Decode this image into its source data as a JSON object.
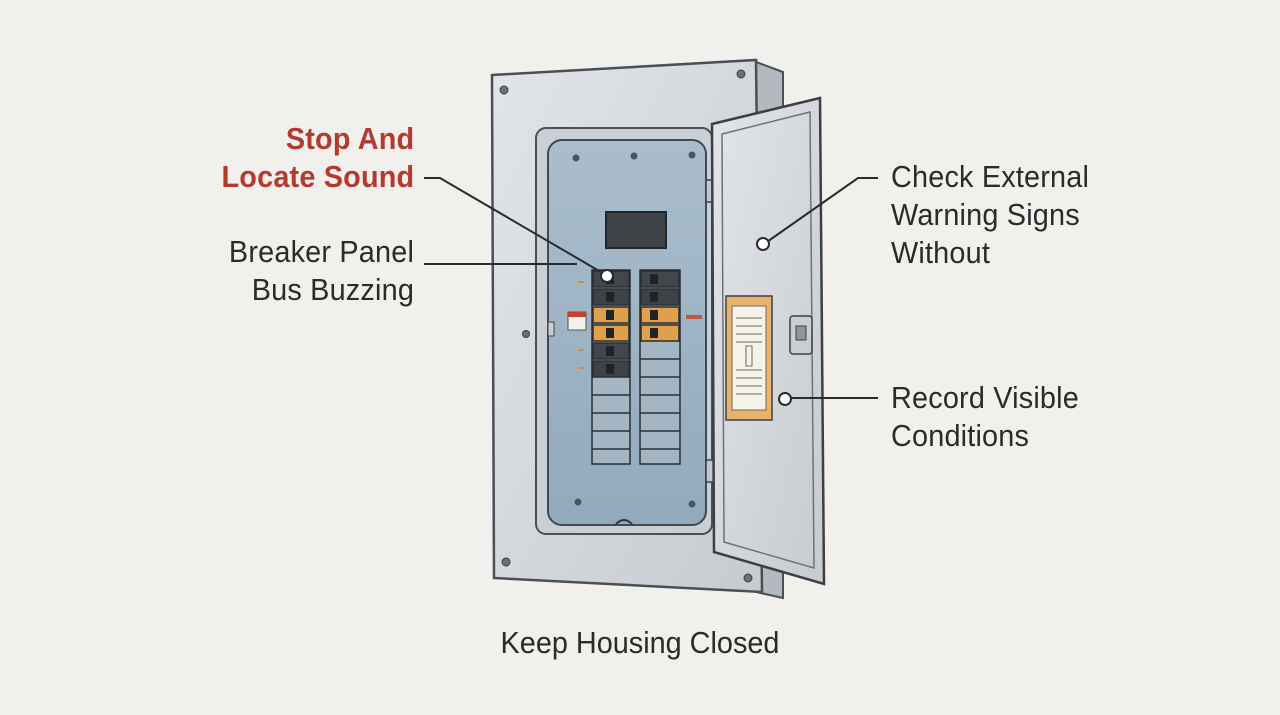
{
  "labels": {
    "stop": {
      "line1": "Stop And",
      "line2": "Locate Sound"
    },
    "breaker": {
      "line1": "Breaker Panel",
      "line2": "Bus Buzzing"
    },
    "check": {
      "line1": "Check External",
      "line2": "Warning Signs",
      "line3": "Without"
    },
    "record": {
      "line1": "Record Visible",
      "line2": "Conditions"
    }
  },
  "caption": "Keep Housing Closed",
  "colors": {
    "background": "#f1f0ec",
    "alert_text": "#b33a2e",
    "text": "#2b2b2b",
    "panel_metal": "#d3d7db",
    "panel_interior": "#9fb5c6",
    "breaker_dark": "#3f4247",
    "breaker_orange": "#e0a04a",
    "warning_label": "#e8b36a"
  }
}
